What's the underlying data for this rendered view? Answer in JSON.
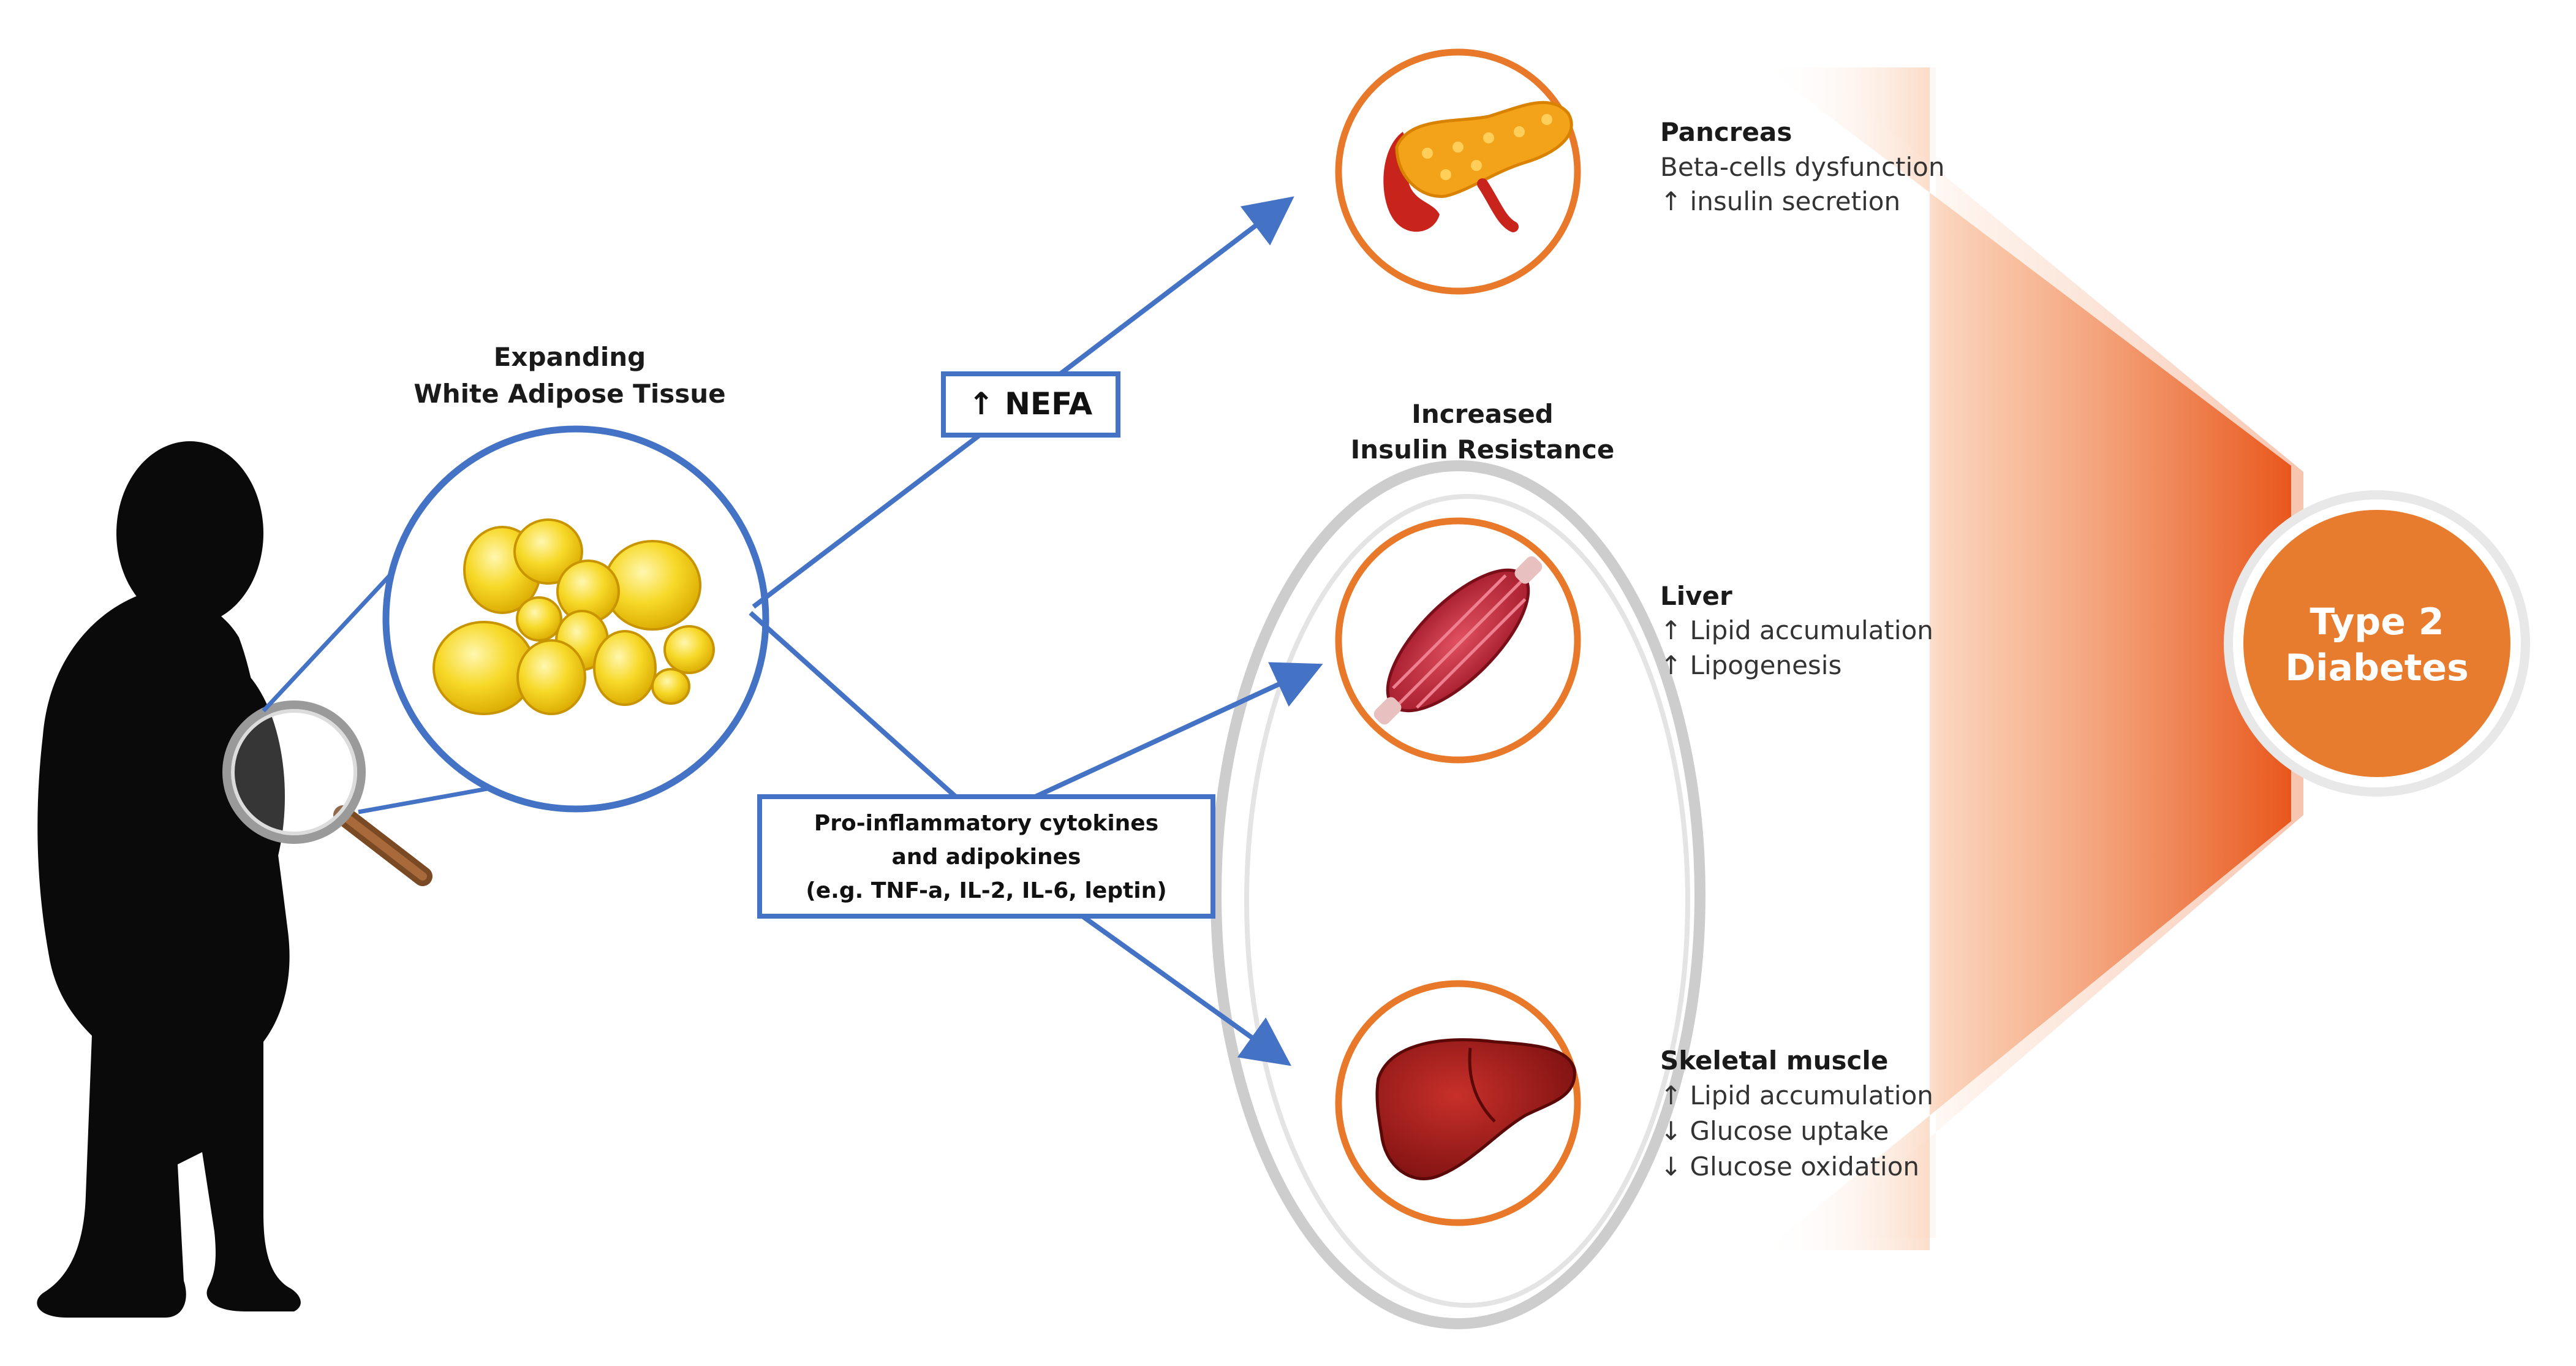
{
  "colors": {
    "arrow": "#4472c4",
    "organ_ring": "#e8792a",
    "gradient": "#e8561a",
    "diabetes_fill": "#e87c2e",
    "silhouette": "#0a0a0a",
    "resistance_ellipse": "#c8c8c8"
  },
  "adipose": {
    "title_line1": "Expanding",
    "title_line2": "White Adipose Tissue"
  },
  "nefa_box": {
    "label": "↑ NEFA"
  },
  "cytokine_box": {
    "line1": "Pro-inflammatory cytokines",
    "line2": "and adipokines",
    "line3": "(e.g.  TNF-a, IL-2, IL-6, leptin)"
  },
  "insulin_resistance": {
    "line1": "Increased",
    "line2": "Insulin Resistance"
  },
  "organs": [
    {
      "icon": "pancreas-icon",
      "title": "Pancreas",
      "effects": [
        "Beta-cells dysfunction",
        "↑ insulin secretion"
      ]
    },
    {
      "icon": "muscle-icon",
      "title": "Liver",
      "effects": [
        "↑ Lipid accumulation",
        "↑ Lipogenesis"
      ]
    },
    {
      "icon": "liver-icon",
      "title": "Skeletal muscle",
      "effects": [
        "↑ Lipid accumulation",
        "↓ Glucose uptake",
        "↓ Glucose oxidation"
      ]
    }
  ],
  "outcome": {
    "line1": "Type 2",
    "line2": "Diabetes"
  }
}
